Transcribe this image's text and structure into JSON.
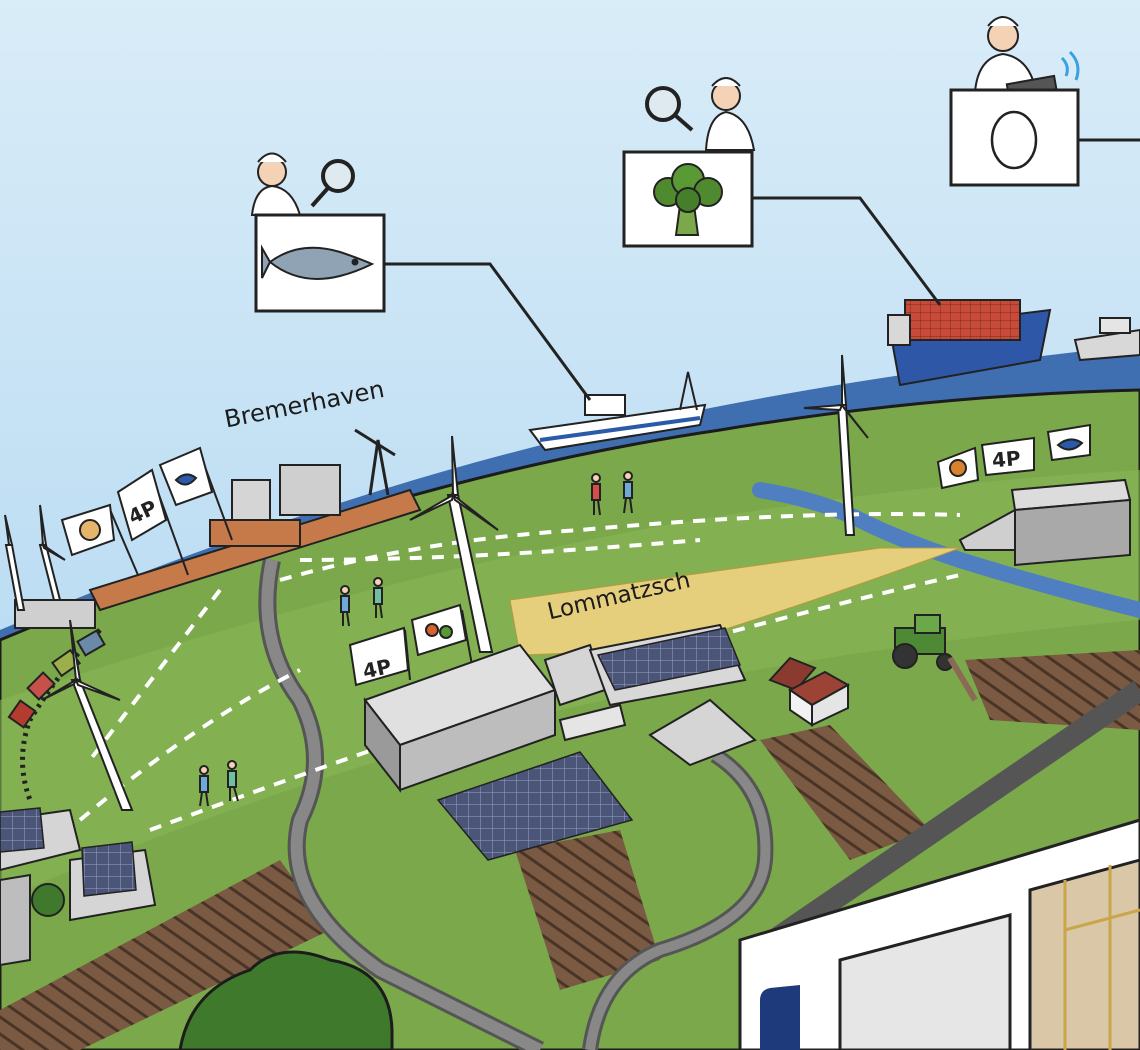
{
  "labels": {
    "bremerhaven": "Bremerhaven",
    "lommatzsch": "Lommatzsch"
  },
  "flags": {
    "brand_mark": "4P"
  },
  "inspection_cards": [
    {
      "icon": "fish-icon"
    },
    {
      "icon": "broccoli-icon"
    },
    {
      "icon": "egg-icon"
    }
  ],
  "colors": {
    "sky": "#cfe6f5",
    "sea": "#3f6fb0",
    "grass": "#7aa84a",
    "field_yellow": "#e6cf7c",
    "soil": "#6d4f3b",
    "building": "#b9b9b9",
    "brand_navy": "#1f3a7a"
  }
}
